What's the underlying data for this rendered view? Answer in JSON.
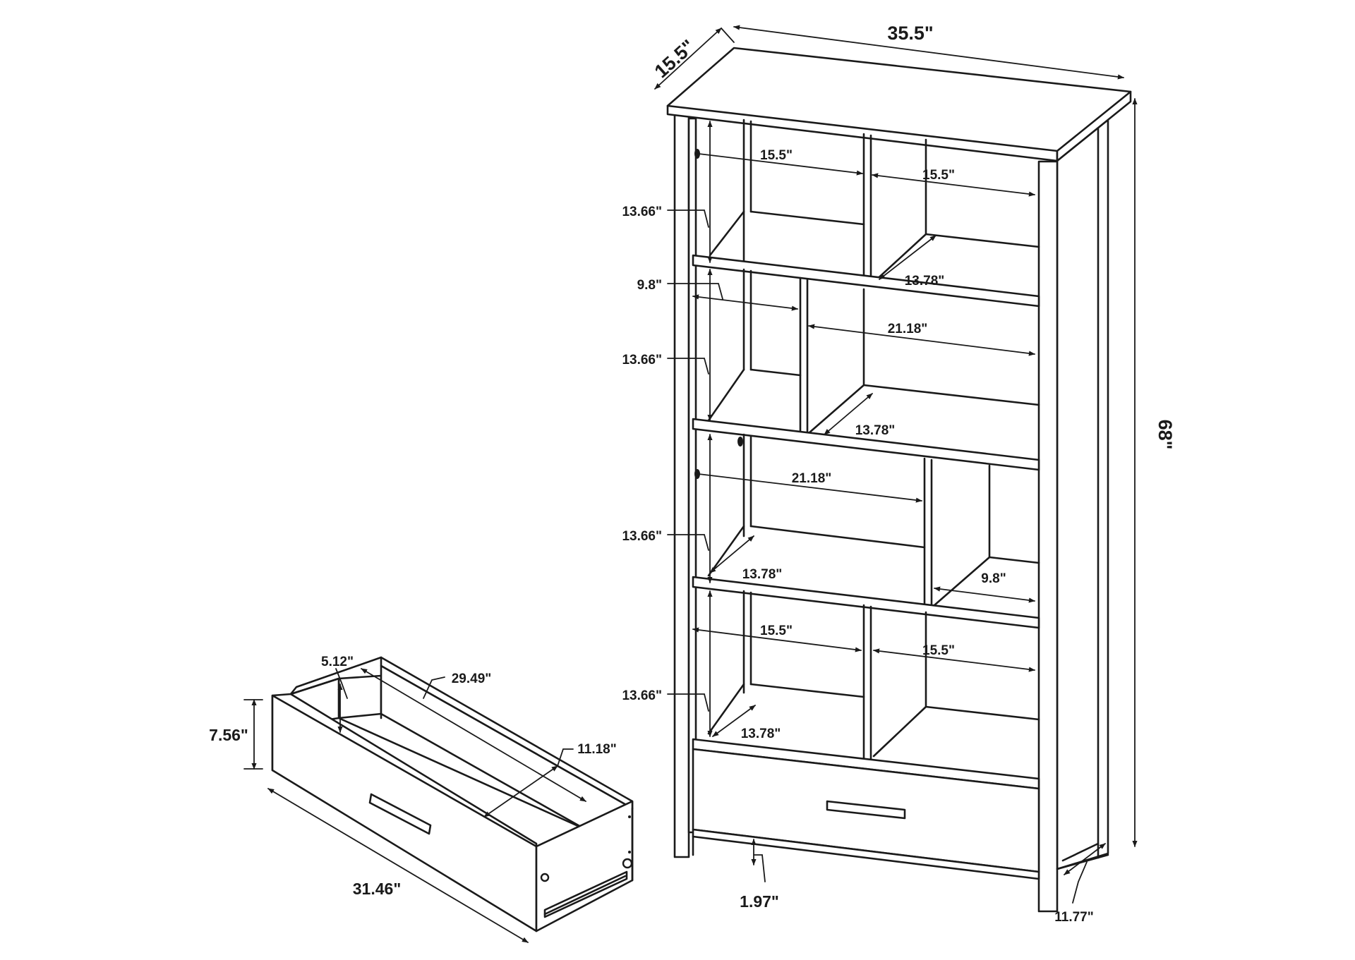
{
  "dimensions": {
    "overall_depth": "15.5\"",
    "overall_width": "35.5\"",
    "overall_height": "68\"",
    "cubby_width_top_left": "15.5\"",
    "cubby_width_top_right": "15.5\"",
    "cubby_height_1": "13.66\"",
    "cubby_depth_1": "13.78\"",
    "narrow_width_row2": "9.8\"",
    "wide_width_row2": "21.18\"",
    "cubby_height_2": "13.66\"",
    "cubby_depth_2": "13.78\"",
    "wide_width_row3": "21.18\"",
    "cubby_height_3": "13.66\"",
    "cubby_depth_3": "13.78\"",
    "narrow_width_row3": "9.8\"",
    "cubby_width_row4_left": "15.5\"",
    "cubby_width_row4_right": "15.5\"",
    "cubby_height_4": "13.66\"",
    "cubby_depth_4": "13.78\"",
    "floor_clearance": "1.97\"",
    "base_depth": "11.77\"",
    "drawer_inner_height": "5.12\"",
    "drawer_inner_length": "29.49\"",
    "drawer_inner_depth": "11.18\"",
    "drawer_front_height": "7.56\"",
    "drawer_front_width": "31.46\""
  }
}
